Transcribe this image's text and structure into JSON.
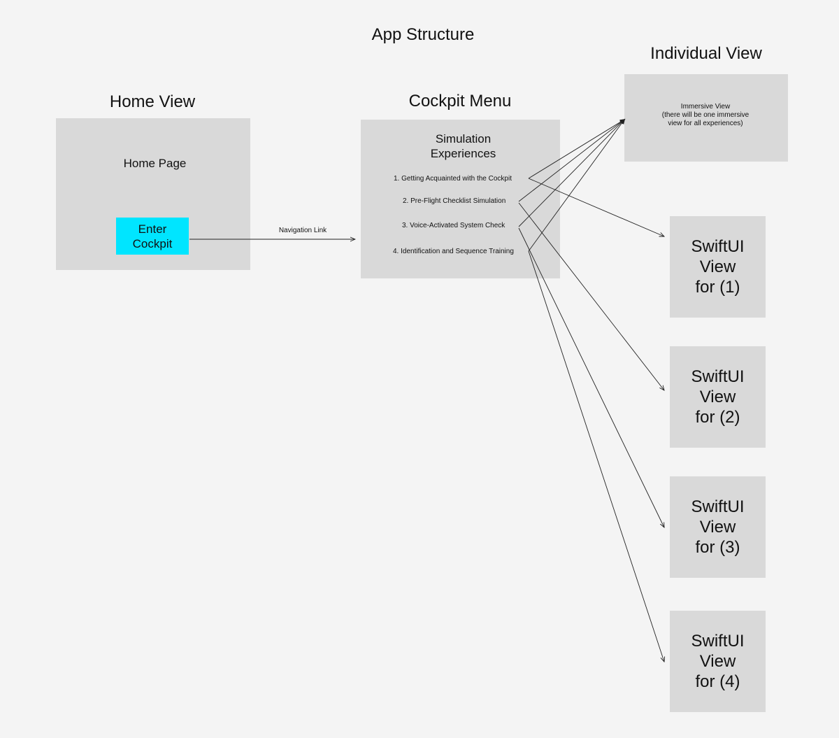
{
  "title": "App Structure",
  "home_view": {
    "heading": "Home View",
    "panel_label": "Home Page",
    "button_label": "Enter\nCockpit",
    "button_color": "#00e5ff"
  },
  "navigation_link": {
    "label": "Navigation Link"
  },
  "cockpit_menu": {
    "heading": "Cockpit Menu",
    "panel_title": "Simulation\nExperiences",
    "items": [
      "1. Getting Acquainted with the Cockpit",
      "2. Pre-Flight Checklist Simulation",
      "3. Voice-Activated System Check",
      "4. Identification and Sequence Training"
    ]
  },
  "individual_view": {
    "heading": "Individual View",
    "panel_text": "Immersive View\n(there will be one immersive\nview for all experiences)"
  },
  "swiftui_views": [
    {
      "label": "SwiftUI\nView\nfor (1)"
    },
    {
      "label": "SwiftUI\nView\nfor (2)"
    },
    {
      "label": "SwiftUI\nView\nfor (3)"
    },
    {
      "label": "SwiftUI\nView\nfor (4)"
    }
  ],
  "colors": {
    "background": "#f4f4f4",
    "panel": "#d9d9d9",
    "line": "#222222"
  }
}
